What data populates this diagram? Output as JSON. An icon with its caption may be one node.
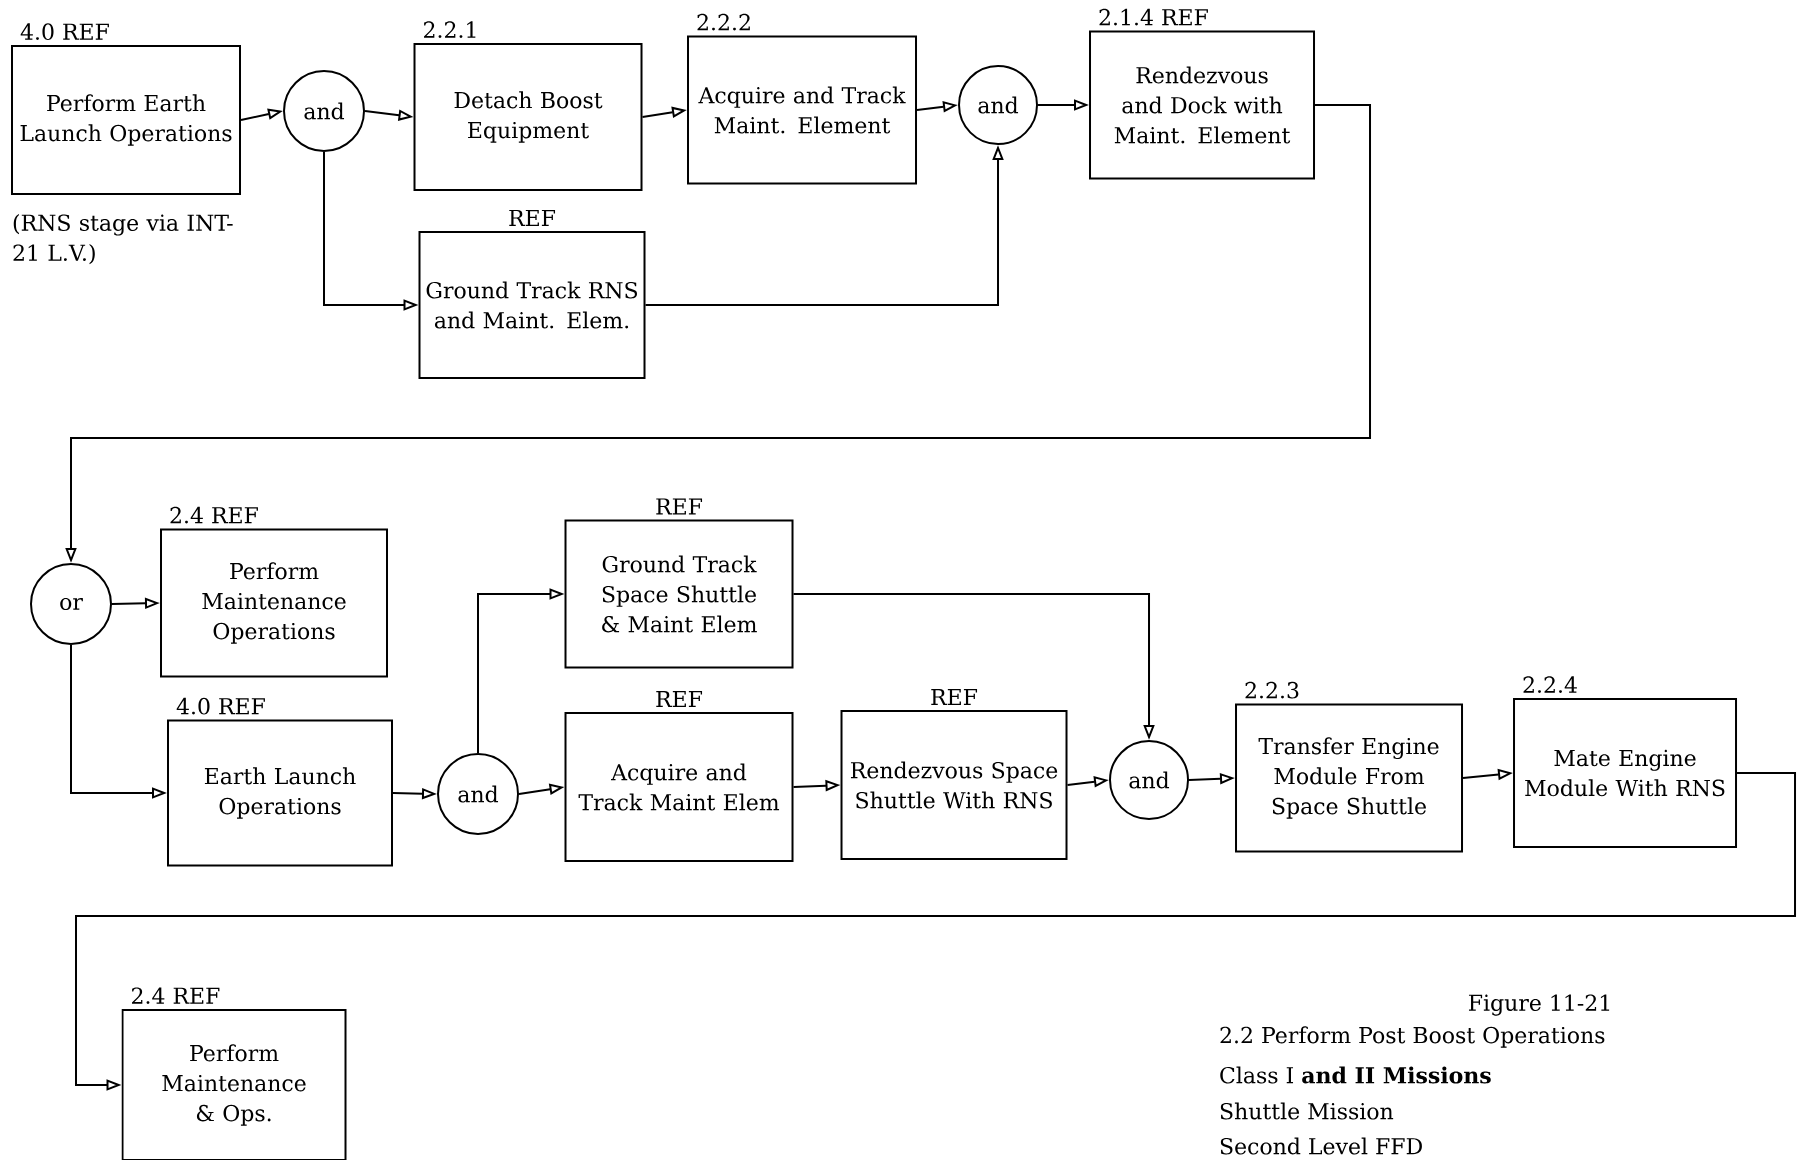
{
  "diagram": {
    "nodes": [
      {
        "text": [
          "4.0 REF",
          "Perform Earth Launch Operations"
        ],
        "beside": [
          "(RNS stage via INT-21 L.V.)"
        ]
      },
      {
        "text": [
          "and"
        ]
      },
      {
        "text": [
          "2.2.1",
          "Detach Boost Equipment"
        ]
      },
      {
        "text": [
          "2.2.2",
          "Acquire and Track Maint. Element"
        ]
      },
      {
        "text": [
          "and"
        ]
      },
      {
        "text": [
          "2.1.4 REF",
          "Rendezvous and Dock with Maint. Element"
        ]
      },
      {
        "text": [
          "REF",
          "Ground Track RNS and Maint. Elem."
        ]
      },
      {
        "text": [
          "or"
        ]
      },
      {
        "text": [
          "2.4 REF",
          "Perform Maintenance Operations"
        ]
      },
      {
        "text": [
          "4.0 REF",
          "Earth Launch Operations"
        ]
      },
      {
        "text": [
          "and"
        ]
      },
      {
        "text": [
          "REF",
          "Ground Track Space Shuttle & Maint Elem"
        ]
      },
      {
        "text": [
          "REF",
          "Acquire and Track Maint Elem"
        ]
      },
      {
        "text": [
          "REF",
          "Rendezvous Space Shuttle With RNS"
        ]
      },
      {
        "text": [
          "and"
        ]
      },
      {
        "text": [
          "2.2.3",
          "Transfer Engine Module From Space Shuttle"
        ]
      },
      {
        "text": [
          "2.2.4",
          "Mate Engine Module With RNS"
        ]
      },
      {
        "text": [
          "2.4 REF",
          "Perform Maintenance & Ops."
        ]
      }
    ],
    "edges": [
      {
        "from": 0,
        "to": 1,
        "arrow": "to"
      },
      {
        "from": 1,
        "to": 2,
        "arrow": "to"
      },
      {
        "from": 2,
        "to": 3,
        "arrow": "to"
      },
      {
        "from": 3,
        "to": 4,
        "arrow": "to"
      },
      {
        "from": 4,
        "to": 5,
        "arrow": "to"
      },
      {
        "from": 1,
        "to": 6,
        "arrow": "to"
      },
      {
        "from": 6,
        "to": 4,
        "arrow": "to"
      },
      {
        "from": 5,
        "to": 7,
        "arrow": "to"
      },
      {
        "from": 7,
        "to": 8,
        "arrow": "to"
      },
      {
        "from": 7,
        "to": 9,
        "arrow": "to"
      },
      {
        "from": 9,
        "to": 10,
        "arrow": "to"
      },
      {
        "from": 10,
        "to": 11,
        "arrow": "to"
      },
      {
        "from": 10,
        "to": 12,
        "arrow": "to"
      },
      {
        "from": 12,
        "to": 13,
        "arrow": "to"
      },
      {
        "from": 11,
        "to": 14,
        "arrow": "to"
      },
      {
        "from": 13,
        "to": 14,
        "arrow": "to"
      },
      {
        "from": 14,
        "to": 15,
        "arrow": "to"
      },
      {
        "from": 15,
        "to": 16,
        "arrow": "to"
      },
      {
        "from": 16,
        "to": 17,
        "arrow": "to"
      }
    ],
    "labels": [
      "Figure 11-21",
      "2.2   Perform Post Boost Operations",
      "Class I **and II Missions**",
      "Shuttle Mission",
      "Second Level FFD"
    ]
  }
}
